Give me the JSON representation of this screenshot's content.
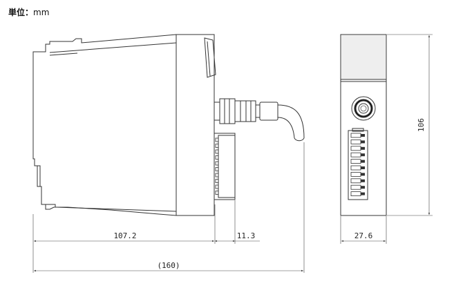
{
  "unit_label": {
    "key": "単位",
    "separator": "：",
    "value": "mm"
  },
  "dimensions": {
    "depth_body": "107.2",
    "connector_depth": "11.3",
    "total_depth": "(160)",
    "height": "106",
    "width": "27.6"
  },
  "colors": {
    "line": "#333333",
    "dimension": "#444444",
    "panel_fill": "#eeeeee"
  }
}
